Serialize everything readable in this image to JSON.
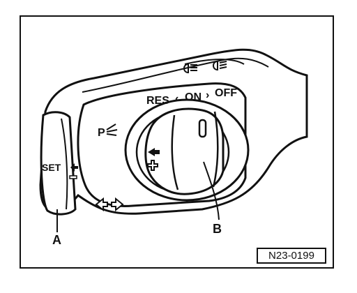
{
  "figure": {
    "reference_number": "N23-0199"
  },
  "switch": {
    "rotary_labels": {
      "res": "RES",
      "on": "ON",
      "off": "OFF"
    },
    "set_label": "SET",
    "parking_light_label": "P"
  },
  "callouts": {
    "a": "A",
    "b": "B"
  },
  "icons": {
    "headlight_symbols": [
      "high-beam-icon",
      "low-beam-icon"
    ],
    "rotary_symbols": [
      "decrease-arrow-icon",
      "increase-plus-icon"
    ],
    "turn_signals": "turn-signal-arrows-icon",
    "set_button_symbol": "set-arrow-icon"
  },
  "colors": {
    "ink": "#111111",
    "paper": "#ffffff"
  }
}
